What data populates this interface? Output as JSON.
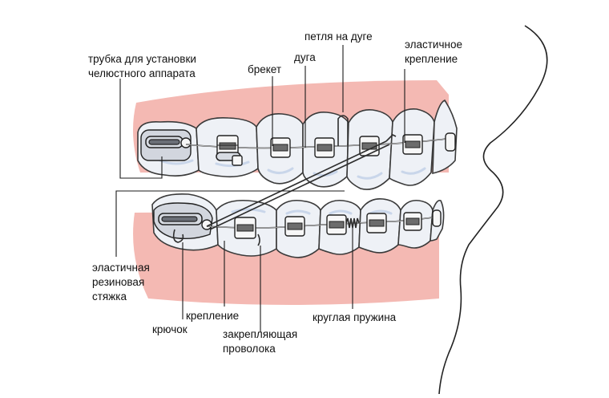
{
  "labels": {
    "tube": [
      "трубка для установки",
      "челюстного аппарата"
    ],
    "bracket": "брекет",
    "arch_wire": "дуга",
    "loop": "петля на дуге",
    "elastic_ligature": [
      "эластичное",
      "крепление"
    ],
    "elastic_band": [
      "эластичная",
      "резиновая",
      "стяжка"
    ],
    "attachment": "крепление",
    "hook": "крючок",
    "ligature_wire": [
      "закрепляющая",
      "проволока"
    ],
    "coil_spring": "круглая пружина"
  },
  "colors": {
    "gum": "#f4b9b3",
    "tooth": "#eef1f6",
    "outline": "#3a3a3a"
  }
}
